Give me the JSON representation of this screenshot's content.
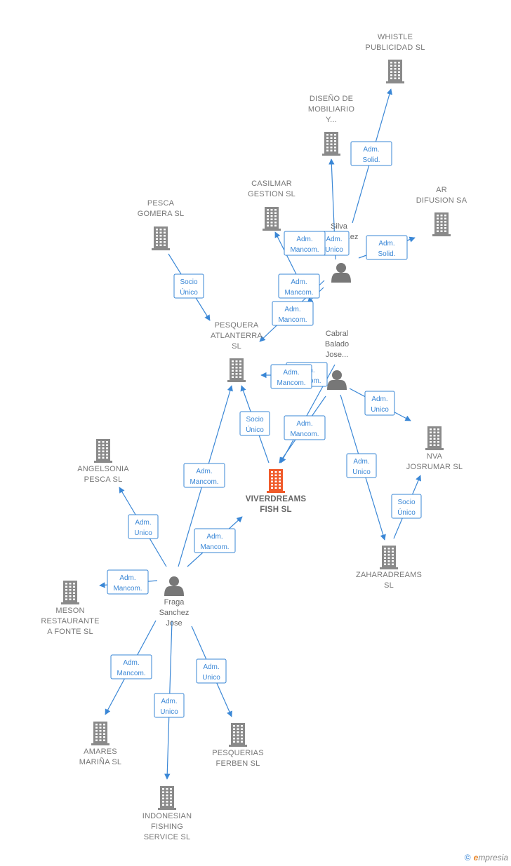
{
  "colors": {
    "edge": "#3a87d6",
    "company": "#8a8a8a",
    "main_company": "#f05a2a",
    "person": "#777777"
  },
  "companies": [
    {
      "id": "whistle",
      "lines": [
        "WHISTLE",
        "PUBLICIDAD SL"
      ]
    },
    {
      "id": "diseno",
      "lines": [
        "DISEÑO DE",
        "MOBILIARIO",
        "Y..."
      ]
    },
    {
      "id": "casilmar",
      "lines": [
        "CASILMAR",
        "GESTION SL"
      ]
    },
    {
      "id": "ar-difusion",
      "lines": [
        "AR",
        "DIFUSION SA"
      ]
    },
    {
      "id": "pesca-gomera",
      "lines": [
        "PESCA",
        "GOMERA SL"
      ]
    },
    {
      "id": "pesquera-atlanterra",
      "lines": [
        "PESQUERA",
        "ATLANTERRA",
        "SL"
      ]
    },
    {
      "id": "viverdreams",
      "lines": [
        "VIVERDREAMS",
        "FISH SL"
      ],
      "main": true
    },
    {
      "id": "angelsonia",
      "lines": [
        "ANGELSONIA",
        "PESCA SL"
      ]
    },
    {
      "id": "nva-josrumar",
      "lines": [
        "NVA",
        "JOSRUMAR SL"
      ]
    },
    {
      "id": "zaharadreams",
      "lines": [
        "ZAHARADREAMS",
        "SL"
      ]
    },
    {
      "id": "meson",
      "lines": [
        "MESON",
        "RESTAURANTE",
        "A FONTE SL"
      ]
    },
    {
      "id": "amares",
      "lines": [
        "AMARES",
        "MARIÑA SL"
      ]
    },
    {
      "id": "pesquerias-ferben",
      "lines": [
        "PESQUERIAS",
        "FERBEN SL"
      ]
    },
    {
      "id": "indonesian",
      "lines": [
        "INDONESIAN",
        "FISHING",
        "SERVICE SL"
      ]
    }
  ],
  "persons": [
    {
      "id": "silva",
      "lines": [
        "Silva",
        "...ez"
      ]
    },
    {
      "id": "cabral",
      "lines": [
        "Cabral",
        "Balado",
        "Jose..."
      ]
    },
    {
      "id": "fraga",
      "lines": [
        "Fraga",
        "Sanchez",
        "Jose"
      ]
    }
  ],
  "roles": [
    {
      "id": "r-whistle",
      "lines": [
        "Adm.",
        "Solid."
      ]
    },
    {
      "id": "r-diseno",
      "lines": [
        "Adm.",
        "Unico"
      ]
    },
    {
      "id": "r-casilmar",
      "lines": [
        "Adm.",
        "Mancom."
      ]
    },
    {
      "id": "r-ar",
      "lines": [
        "Adm.",
        "Solid."
      ]
    },
    {
      "id": "r-silva-1",
      "lines": [
        "Adm.",
        "Mancom."
      ]
    },
    {
      "id": "r-silva-2",
      "lines": [
        "Adm.",
        "Mancom."
      ]
    },
    {
      "id": "r-pescagomera",
      "lines": [
        "Socio",
        "Único"
      ]
    },
    {
      "id": "r-cabral-pesq-back",
      "lines": [
        "Adm.",
        "Mancom."
      ]
    },
    {
      "id": "r-cabral-pesq",
      "lines": [
        "Adm.",
        "Mancom."
      ]
    },
    {
      "id": "r-cabral-viver",
      "lines": [
        "Adm.",
        "Mancom."
      ]
    },
    {
      "id": "r-cabral-nva",
      "lines": [
        "Adm.",
        "Unico"
      ]
    },
    {
      "id": "r-cabral-zah",
      "lines": [
        "Adm.",
        "Unico"
      ]
    },
    {
      "id": "r-zah-nva",
      "lines": [
        "Socio",
        "Único"
      ]
    },
    {
      "id": "r-viver-pesq",
      "lines": [
        "Socio",
        "Único"
      ]
    },
    {
      "id": "r-fraga-pesq",
      "lines": [
        "Adm.",
        "Mancom."
      ]
    },
    {
      "id": "r-fraga-viver",
      "lines": [
        "Adm.",
        "Mancom."
      ]
    },
    {
      "id": "r-fraga-angel",
      "lines": [
        "Adm.",
        "Unico"
      ]
    },
    {
      "id": "r-fraga-meson",
      "lines": [
        "Adm.",
        "Mancom."
      ]
    },
    {
      "id": "r-fraga-amares",
      "lines": [
        "Adm.",
        "Mancom."
      ]
    },
    {
      "id": "r-fraga-indo",
      "lines": [
        "Adm.",
        "Unico"
      ]
    },
    {
      "id": "r-fraga-ferben",
      "lines": [
        "Adm.",
        "Unico"
      ]
    }
  ],
  "brand": {
    "copyright": "©",
    "initial": "e",
    "name": "mpresia"
  }
}
